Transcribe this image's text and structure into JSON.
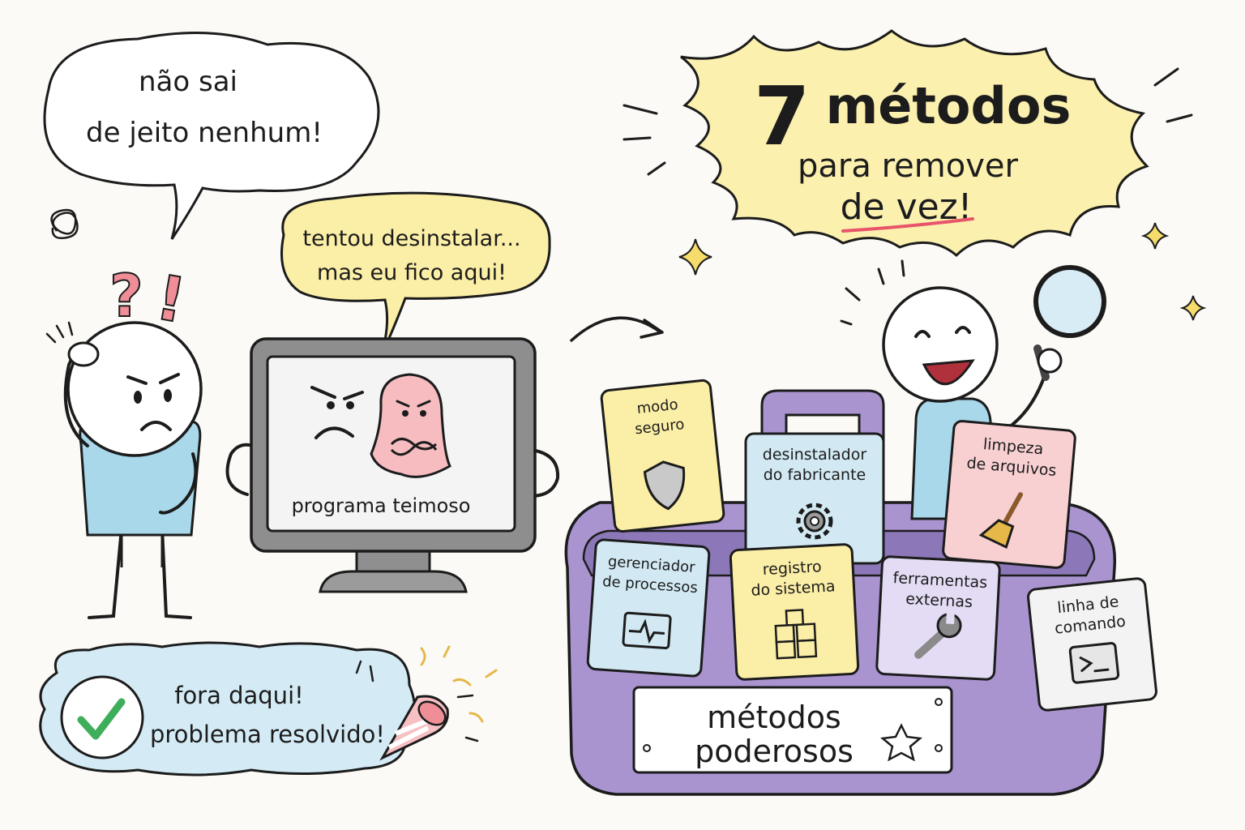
{
  "bubbles": {
    "user_line1": "não sai",
    "user_line2": "de jeito nenhum!",
    "program_line1": "tentou desinstalar...",
    "program_line2": "mas eu fico aqui!"
  },
  "monitor": {
    "screen_label": "programa teimoso"
  },
  "headline": {
    "number": "7",
    "word": "métodos",
    "line2": "para remover",
    "line3": "de vez!"
  },
  "success": {
    "line1": "fora daqui!",
    "line2": "problema resolvido!"
  },
  "toolbox": {
    "plate_line1": "métodos",
    "plate_line2": "poderosos"
  },
  "cards": [
    {
      "label1": "modo",
      "label2": "seguro",
      "icon": "shield-icon",
      "color": "#fbeea6"
    },
    {
      "label1": "desinstalador",
      "label2": "do fabricante",
      "icon": "gear-icon",
      "color": "#d2e9f3"
    },
    {
      "label1": "limpeza",
      "label2": "de arquivos",
      "icon": "broom-icon",
      "color": "#f8d0d2"
    },
    {
      "label1": "gerenciador",
      "label2": "de processos",
      "icon": "pulse-monitor-icon",
      "color": "#d2e9f3"
    },
    {
      "label1": "registro",
      "label2": "do sistema",
      "icon": "cubes-icon",
      "color": "#fbeea6"
    },
    {
      "label1": "ferramentas",
      "label2": "externas",
      "icon": "wrench-icon",
      "color": "#e4dcf4"
    },
    {
      "label1": "linha de",
      "label2": "comando",
      "icon": "terminal-icon",
      "color": "#f3f3f3"
    }
  ],
  "colors": {
    "toolbox_purple": "#a994d0",
    "headline_yellow": "#fbf0ae",
    "success_blue": "#d4ebf5",
    "program_pink": "#f6bcc0",
    "shirt_blue": "#a8d8ea",
    "check_green": "#3fae5a"
  }
}
